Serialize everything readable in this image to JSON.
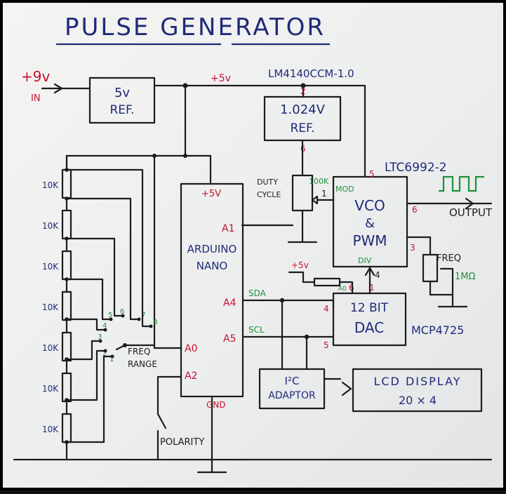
{
  "title": "PULSE GENERATOR",
  "supply": {
    "voltage": "+9v",
    "input": "IN",
    "rail": "+5v"
  },
  "ref5v": [
    "5v",
    "REF."
  ],
  "ref1024": {
    "part": "LM4140CCM-1.0",
    "lines": [
      "1.024V",
      "REF."
    ],
    "pin_in": "2",
    "pin_out": "6"
  },
  "duty": {
    "label_lines": [
      "DUTY",
      "CYCLE"
    ],
    "value": "100K"
  },
  "vco": {
    "part": "LTC6992-2",
    "lines": [
      "VCO",
      "&",
      "PWM"
    ],
    "mod": "MOD",
    "div": "DIV",
    "pins": {
      "p5": "5",
      "p1": "1",
      "p6": "6",
      "p3": "3",
      "p4": "4"
    }
  },
  "output": "OUTPUT",
  "freq_pot": {
    "label": "FREQ",
    "value": "1MΩ"
  },
  "arduino": {
    "lines": [
      "ARDUINO",
      "NANO"
    ],
    "supply": "+5V",
    "gnd": "GND",
    "pins": [
      "A1",
      "A4",
      "A5",
      "A0",
      "A2"
    ]
  },
  "signals": {
    "sda": "SDA",
    "scl": "SCL"
  },
  "dac": {
    "lines": [
      "12 BIT",
      "DAC"
    ],
    "part": "MCP4725",
    "a0": "A0",
    "plus5": "+5v",
    "pins": {
      "p4": "4",
      "p5": "5",
      "p6": "6",
      "p1": "1"
    }
  },
  "i2c": [
    "I²C",
    "ADAPTOR"
  ],
  "lcd": [
    "LCD DISPLAY",
    "20 × 4"
  ],
  "ladder": {
    "resistors": [
      "10K",
      "10K",
      "10K",
      "10K",
      "10K",
      "10K",
      "10K"
    ],
    "switch_positions": [
      "1",
      "2",
      "3",
      "4",
      "5",
      "6",
      "7",
      "8"
    ],
    "label": [
      "FREQ",
      "RANGE"
    ]
  },
  "polarity": "POLARITY",
  "colors": {
    "blue_ink": "#1f2a78",
    "red_ink": "#c8102e",
    "green_ink": "#1f8f3a",
    "black_ink": "#1c1c1c"
  }
}
